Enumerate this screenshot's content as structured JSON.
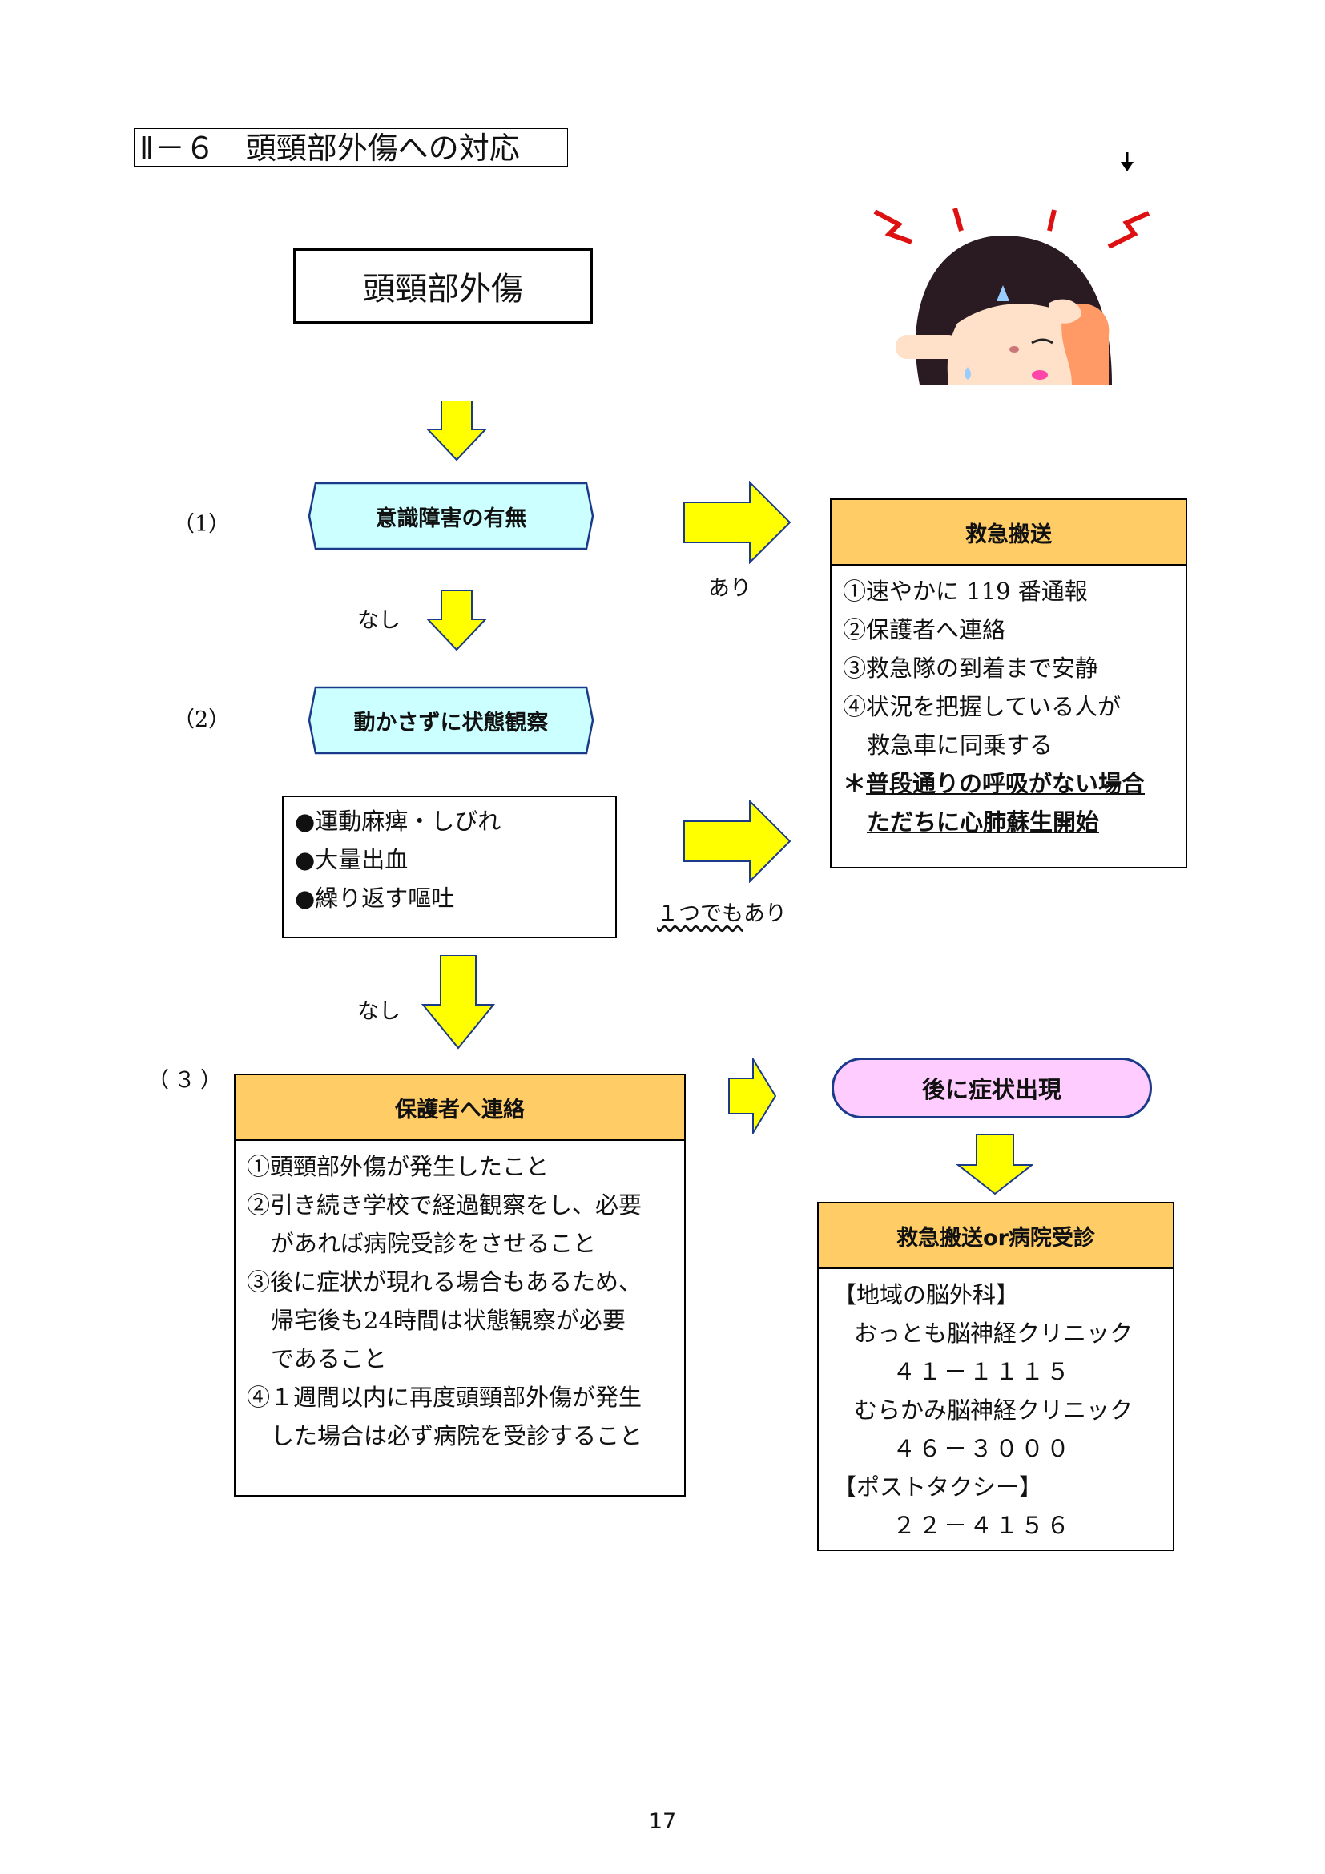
{
  "title": "Ⅱ－６　頭頸部外傷への対応",
  "main_box": "頭頸部外傷",
  "steps": [
    {
      "num": "（1）",
      "label": "意識障害の有無"
    },
    {
      "num": "（2）",
      "label": "動かさずに状態観察"
    },
    {
      "num": "（３）"
    }
  ],
  "flow_labels": {
    "ari": "あり",
    "nashi1": "なし",
    "nashi2": "なし",
    "one_ari_prefix": "１つでも",
    "one_ari_suffix": "あり"
  },
  "symptoms": [
    "●運動麻痺・しびれ",
    "●大量出血",
    "●繰り返す嘔吐"
  ],
  "emergency": {
    "title": "救急搬送",
    "items": [
      "①速やかに 119 番通報",
      "②保護者へ連絡",
      "③救急隊の到着まで安静",
      "④状況を把握している人が",
      "救急車に同乗する"
    ],
    "note_mark": "＊",
    "note_lines": [
      "普段通りの呼吸がない場合",
      "ただちに心肺蘇生開始"
    ]
  },
  "guardian": {
    "title": "保護者へ連絡",
    "lines": [
      "①頭頸部外傷が発生したこと",
      "②引き続き学校で経過観察をし、必要",
      "があれば病院受診をさせること",
      "③後に症状が現れる場合もあるため、",
      "帰宅後も24時間は状態観察が必要",
      "であること",
      "④１週間以内に再度頭頸部外傷が発生",
      "した場合は必ず病院を受診すること"
    ]
  },
  "later": {
    "pill": "後に症状出現"
  },
  "hospital": {
    "title": "救急搬送or病院受診",
    "lines": [
      "【地域の脳外科】",
      "おっとも脳神経クリニック",
      "４１－１１１５",
      "むらかみ脳神経クリニック",
      "４６－３０００",
      "【ポストタクシー】",
      "２２－４１５６"
    ]
  },
  "page_number": "17",
  "colors": {
    "arrow": "#ffff00",
    "hex": "#ccffff",
    "panel_head": "#ffcc66",
    "pill": "#ffccff"
  }
}
